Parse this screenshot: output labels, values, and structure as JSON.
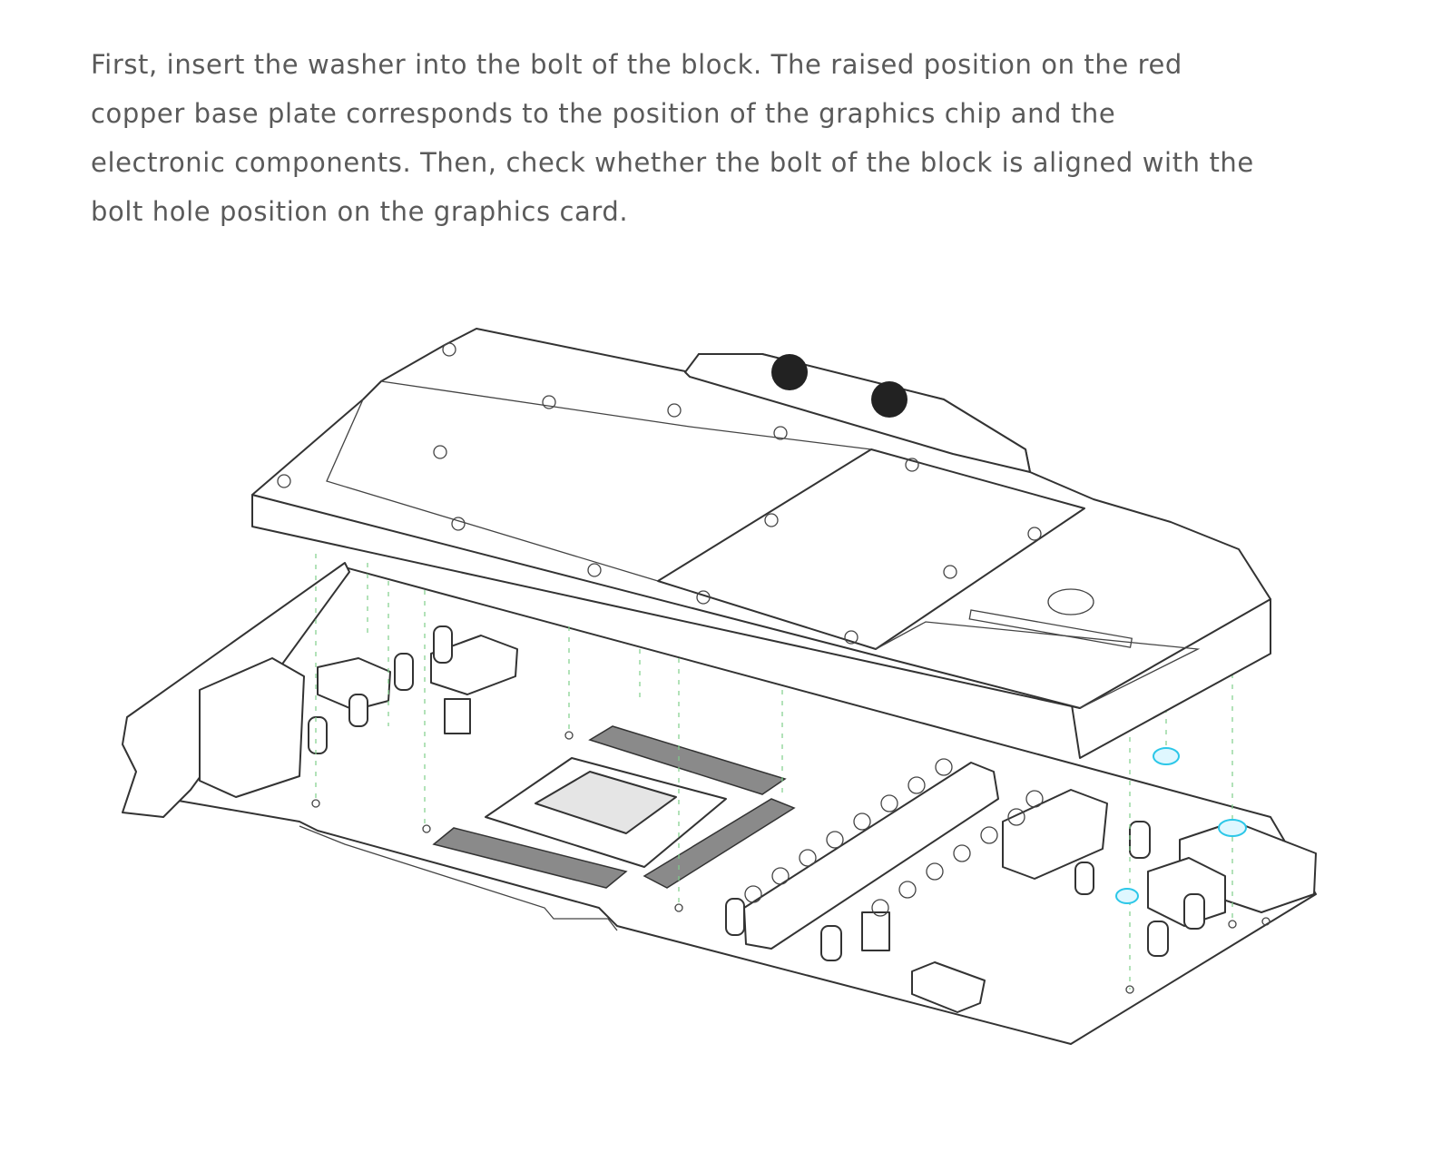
{
  "instructions": {
    "lines": [
      "First, insert the washer into the bolt of the block. The raised position on the red",
      "copper base plate corresponds to the position of the graphics chip and the",
      "electronic components. Then, check whether the bolt of the block is aligned with the",
      "bolt hole position on the graphics card."
    ]
  },
  "diagram": {
    "subject": "water-block-installation",
    "colors": {
      "line": "#333333",
      "guide": "#7fcf8a",
      "washer": "#2cc7e8",
      "thermal_pad": "#8a8a8a"
    }
  }
}
